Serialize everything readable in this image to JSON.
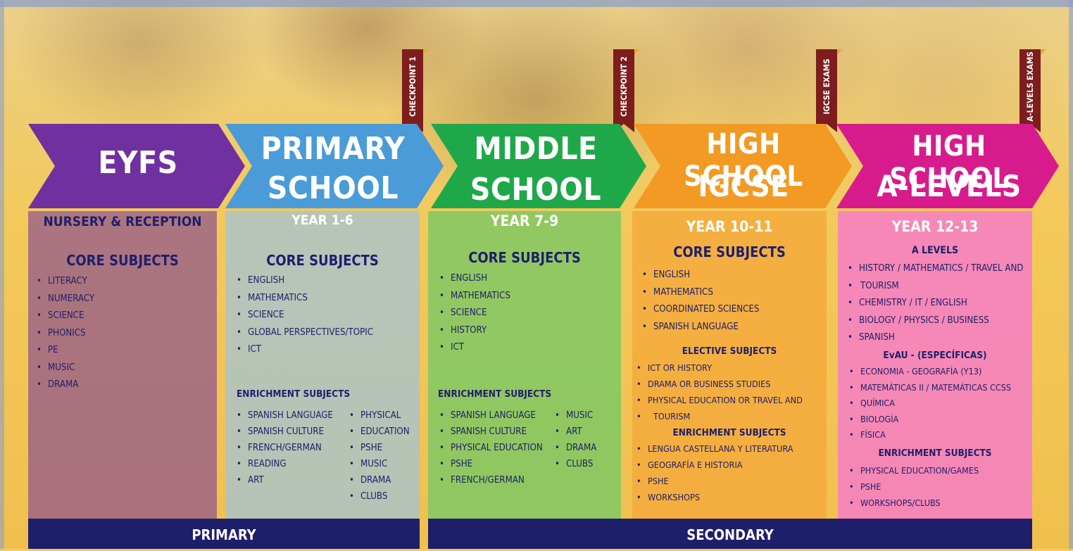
{
  "checkpoints": [
    "CHECKPOINT 1",
    "CHECKPOINT 2",
    "IGCSE EXAMS",
    "A-LEVELS EXAMS"
  ],
  "stages": {
    "eyfs": {
      "title_lines": [
        "EYFS"
      ],
      "label": "NURSERY & RECEPTION",
      "core_title": "CORE SUBJECTS",
      "core": [
        "LITERACY",
        "NUMERACY",
        "SCIENCE",
        "PHONICS",
        "PE",
        "MUSIC",
        "DRAMA"
      ],
      "color": "#7030a0"
    },
    "primary": {
      "title_lines": [
        "PRIMARY",
        "SCHOOL"
      ],
      "label": "YEAR 1-6",
      "core_title": "CORE SUBJECTS",
      "core": [
        "ENGLISH",
        "MATHEMATICS",
        "SCIENCE",
        "GLOBAL PERSPECTIVES/TOPIC",
        "ICT"
      ],
      "enrichment_title": "ENRICHMENT SUBJECTS",
      "enrichment_left": [
        "SPANISH LANGUAGE",
        "SPANISH CULTURE",
        "FRENCH/GERMAN",
        "READING",
        "ART"
      ],
      "enrichment_right": [
        "PHYSICAL",
        "EDUCATION",
        "PSHE",
        "MUSIC",
        "DRAMA",
        "CLUBS"
      ],
      "color": "#4a9bd8"
    },
    "middle": {
      "title_lines": [
        "MIDDLE",
        "SCHOOL"
      ],
      "label": "YEAR 7-9",
      "core_title": "CORE SUBJECTS",
      "core": [
        "ENGLISH",
        "MATHEMATICS",
        "SCIENCE",
        "HISTORY",
        "ICT"
      ],
      "enrichment_title": "ENRICHMENT SUBJECTS",
      "enrichment_left": [
        "SPANISH LANGUAGE",
        "SPANISH CULTURE",
        "PHYSICAL EDUCATION",
        "PSHE",
        "FRENCH/GERMAN"
      ],
      "enrichment_right": [
        "MUSIC",
        "ART",
        "DRAMA",
        "CLUBS"
      ],
      "color": "#1fa84a"
    },
    "igcse": {
      "title_lines": [
        "HIGH SCHOOL",
        "IGCSE"
      ],
      "label": "YEAR 10-11",
      "core_title": "CORE SUBJECTS",
      "core": [
        "ENGLISH",
        "MATHEMATICS",
        "COORDINATED SCIENCES",
        "SPANISH LANGUAGE"
      ],
      "elective_title": "ELECTIVE SUBJECTS",
      "elective": [
        "ICT OR HISTORY",
        "DRAMA OR BUSINESS STUDIES",
        "PHYSICAL EDUCATION OR TRAVEL AND",
        "TOURISM"
      ],
      "enrichment_title": "ENRICHMENT SUBJECTS",
      "enrichment": [
        "LENGUA CASTELLANA Y LITERATURA",
        "GEOGRAFÍA E HISTORIA",
        "PSHE",
        "WORKSHOPS"
      ],
      "color": "#f29a24"
    },
    "alevels": {
      "title_lines": [
        "HIGH SCHOOL",
        "A-LEVELS"
      ],
      "label": "YEAR 12-13",
      "core_title": "A LEVELS",
      "core": [
        "HISTORY / MATHEMATICS / TRAVEL AND",
        "TOURISM",
        "CHEMISTRY / IT / ENGLISH",
        "BIOLOGY  / PHYSICS / BUSINESS",
        "SPANISH"
      ],
      "evau_title": "EvAU - (ESPECÍFICAS)",
      "evau": [
        "ECONOMIA - GEOGRAFÍA (Y13)",
        "MATEMÁTICAS II / MATEMÁTICAS CCSS",
        "QUÍMICA",
        "BIOLOGÍA",
        "FÍSICA"
      ],
      "enrichment_title": "ENRICHMENT SUBJECTS",
      "enrichment": [
        "PHYSICAL EDUCATION/GAMES",
        "PSHE",
        "WORKSHOPS/CLUBS"
      ],
      "color": "#d81b8c"
    }
  },
  "footer": {
    "primary": "PRIMARY",
    "secondary": "SECONDARY"
  },
  "colors": {
    "navy": "#1e1f6b",
    "text_dark": "#1e1f6b",
    "flag": "#7d1d1d"
  }
}
